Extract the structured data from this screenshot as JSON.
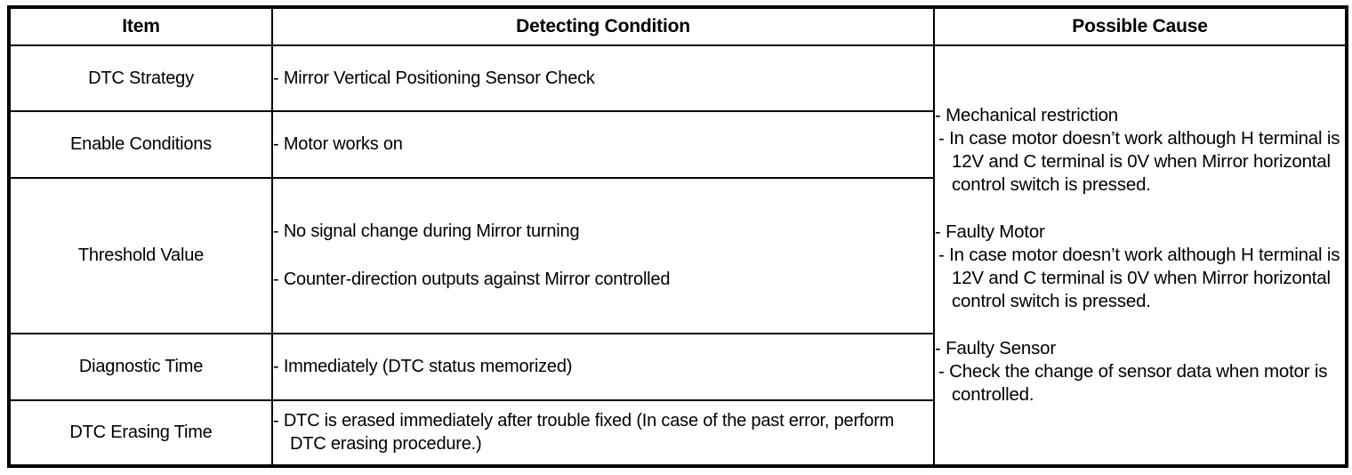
{
  "table": {
    "headers": [
      {
        "label": "Item"
      },
      {
        "label": "Detecting Condition"
      },
      {
        "label": "Possible Cause"
      }
    ],
    "rows": [
      {
        "item": "DTC Strategy",
        "conditions": [
          "- Mirror Vertical Positioning Sensor Check"
        ]
      },
      {
        "item": "Enable Conditions",
        "conditions": [
          "- Motor works on"
        ]
      },
      {
        "item": "Threshold Value",
        "conditions": [
          "- No signal change during Mirror turning",
          "- Counter-direction outputs against Mirror controlled"
        ]
      },
      {
        "item": "Diagnostic Time",
        "conditions": [
          "- Immediately (DTC status memorized)"
        ]
      },
      {
        "item": "DTC Erasing Time",
        "conditions": [
          "- DTC is erased immediately after trouble fixed (In case of the past error, perform DTC erasing procedure.)"
        ]
      }
    ],
    "possible_cause": [
      {
        "heading": "- Mechanical restriction",
        "detail": "- In case motor doesn’t work although H terminal is 12V and C terminal is 0V when Mirror horizontal control switch is pressed."
      },
      {
        "heading": "- Faulty Motor",
        "detail": "- In case motor doesn’t work although H terminal is 12V and C terminal is 0V when Mirror horizontal control switch is pressed."
      },
      {
        "heading": "- Faulty Sensor",
        "detail": "- Check the change of sensor data when motor is controlled."
      }
    ]
  },
  "colors": {
    "border": "#000000",
    "text": "#000000",
    "background": "#ffffff"
  }
}
